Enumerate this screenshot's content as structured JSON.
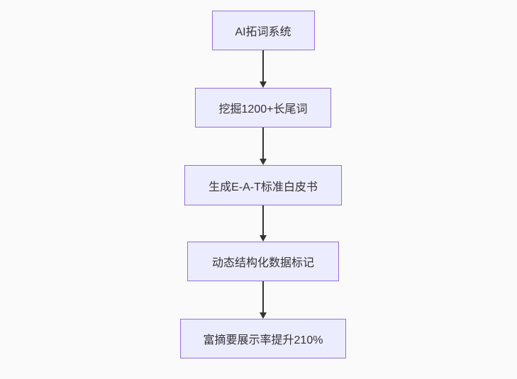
{
  "page": {
    "background_color": "#fafafa"
  },
  "diagram": {
    "type": "flowchart",
    "direction": "top-down",
    "node_fill_color": "#ECECFF",
    "node_border_color": "#9370DB",
    "text_color": "#333333",
    "arrow_color": "#333333",
    "nodes": [
      {
        "id": "n1",
        "label": "AI拓词系统"
      },
      {
        "id": "n2",
        "label": "挖掘1200+长尾词"
      },
      {
        "id": "n3",
        "label": "生成E-A-T标准白皮书"
      },
      {
        "id": "n4",
        "label": "动态结构化数据标记"
      },
      {
        "id": "n5",
        "label": "富摘要展示率提升210%"
      }
    ],
    "edges": [
      {
        "from": "n1",
        "to": "n2"
      },
      {
        "from": "n2",
        "to": "n3"
      },
      {
        "from": "n3",
        "to": "n4"
      },
      {
        "from": "n4",
        "to": "n5"
      }
    ]
  }
}
